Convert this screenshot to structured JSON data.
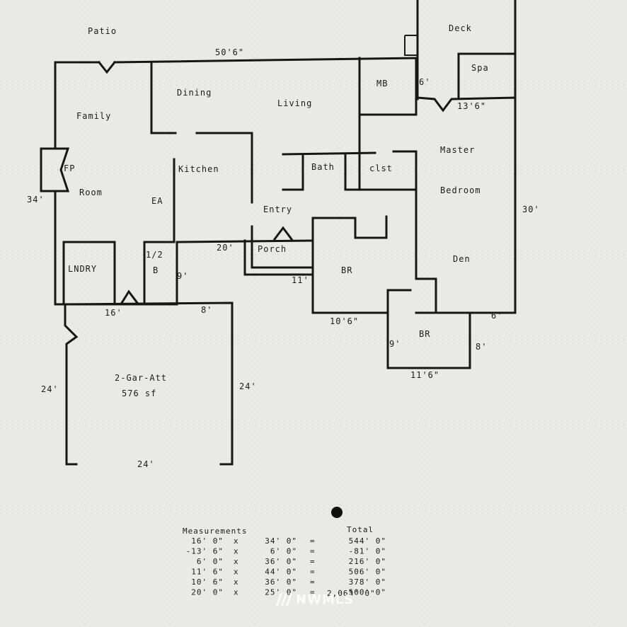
{
  "rooms": {
    "patio": "Patio",
    "deck": "Deck",
    "spa": "Spa",
    "mb": "MB",
    "dining": "Dining",
    "living": "Living",
    "family": "Family",
    "room": "Room",
    "fp": "FP",
    "kitchen": "Kitchen",
    "ea": "EA",
    "bath": "Bath",
    "clst": "clst",
    "master": "Master",
    "bedroom": "Bedroom",
    "entry": "Entry",
    "porch": "Porch",
    "half": "1/2",
    "b": "B",
    "lndry": "LNDRY",
    "br1": "BR",
    "den": "Den",
    "br2": "BR",
    "garage": "2-Gar-Att",
    "garage_sf": "576 sf"
  },
  "dims": {
    "top": "50'6\"",
    "mb_side": "6'",
    "spa_bottom": "13'6\"",
    "left": "34'",
    "right": "30'",
    "porch_left": "20'",
    "porch_bottom": "11'",
    "b_side": "9'",
    "garage_top_left": "16'",
    "garage_top_right": "8'",
    "br_bottom": "10'6\"",
    "den_right": "6'",
    "br2_left": "9'",
    "br2_right": "8'",
    "br2_bottom": "11'6\"",
    "garage_left": "24'",
    "garage_right": "24'",
    "garage_bottom": "24'"
  },
  "measurements": {
    "title": "Measurements",
    "total_header": "Total",
    "rows": [
      {
        "a": "16' 0\"",
        "op": "x",
        "b": "34' 0\"",
        "eq": "=",
        "t": "544' 0\""
      },
      {
        "a": "-13' 6\"",
        "op": "x",
        "b": "6' 0\"",
        "eq": "=",
        "t": "-81' 0\""
      },
      {
        "a": "6' 0\"",
        "op": "x",
        "b": "36' 0\"",
        "eq": "=",
        "t": "216' 0\""
      },
      {
        "a": "11' 6\"",
        "op": "x",
        "b": "44' 0\"",
        "eq": "=",
        "t": "506' 0\""
      },
      {
        "a": "10' 6\"",
        "op": "x",
        "b": "36' 0\"",
        "eq": "=",
        "t": "378' 0\""
      },
      {
        "a": "20' 0\"",
        "op": "x",
        "b": "25' 0\"",
        "eq": "=",
        "t": "500' 0\""
      }
    ],
    "grand_total": "2,063' 0\""
  },
  "watermark": "NWMLS"
}
